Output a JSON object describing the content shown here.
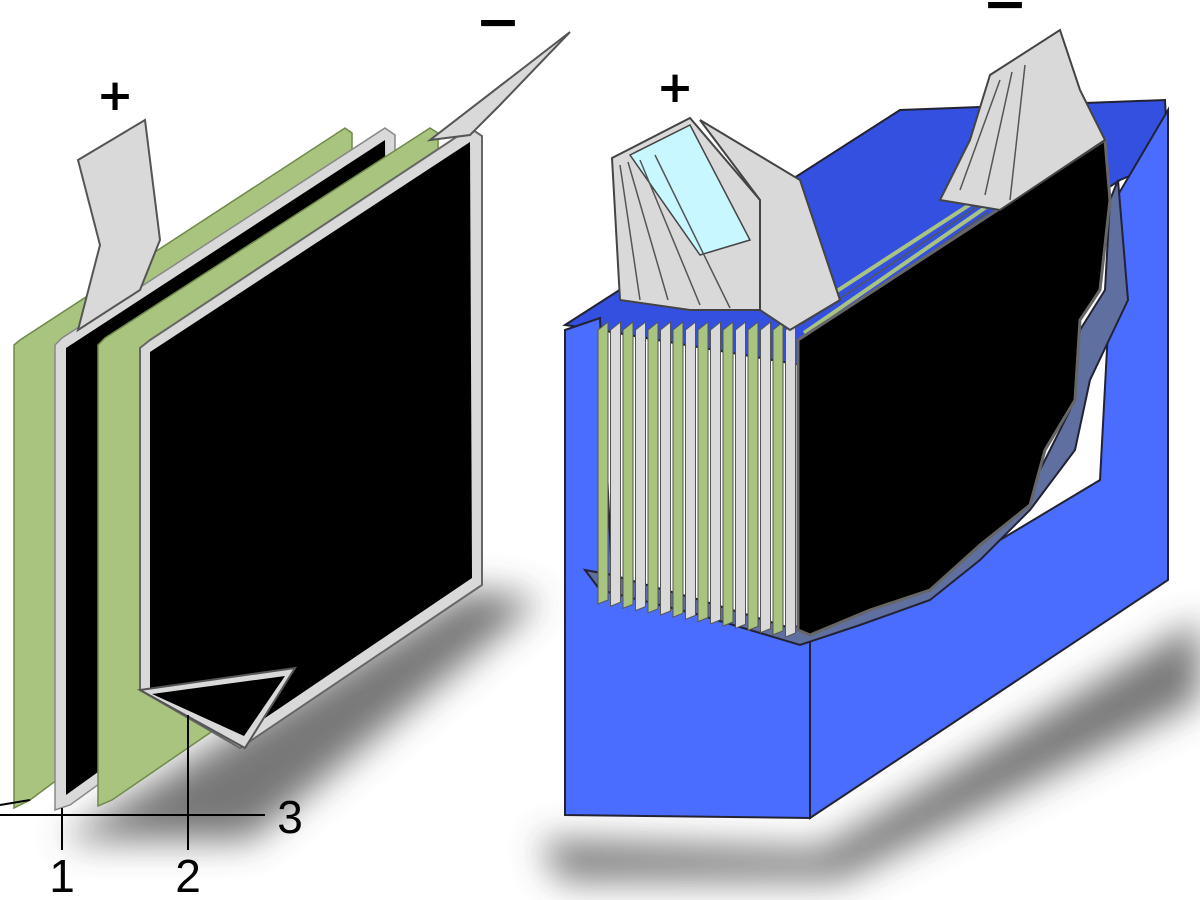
{
  "diagram": {
    "left_assembly": {
      "positive_terminal_label": "+",
      "negative_terminal_label": "−",
      "callouts": [
        "1",
        "2",
        "3"
      ]
    },
    "right_assembly": {
      "positive_terminal_label": "+",
      "negative_terminal_label": "−"
    }
  },
  "colors": {
    "electrode_dark": "#000000",
    "separator_green": "#a9c47f",
    "collector_grey": "#d9d9d9",
    "casing_blue": "#4a6dff",
    "casing_blue_dark": "#3350e0",
    "casing_rim": "#5f6fa0",
    "highlight_cyan": "#c8f7ff",
    "shadow": "#4a4a4a"
  }
}
